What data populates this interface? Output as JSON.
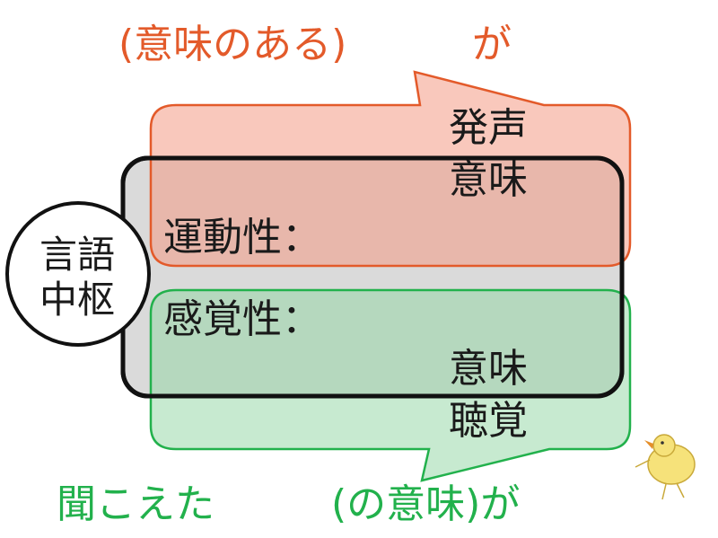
{
  "top_caption": {
    "part1": "(意味のある)",
    "part2": "が",
    "color": "#e35a2a"
  },
  "bottom_caption": {
    "part1": "聞こえた",
    "part2": "(の意味)が",
    "color": "#22b14c"
  },
  "center_circle": {
    "line1": "言語",
    "line2": "中枢"
  },
  "motor_label": "運動性：",
  "sensory_label": "感覚性：",
  "red_bubble": {
    "line1": "発声",
    "line2": "意味",
    "fill": "#f9c8bc",
    "stroke": "#e35a2a"
  },
  "green_bubble": {
    "line1": "意味",
    "line2": "聴覚",
    "fill": "#c9ebd2",
    "stroke": "#22b14c"
  },
  "black_box": {
    "fill": "#d9d9d9",
    "stroke": "#111111"
  }
}
